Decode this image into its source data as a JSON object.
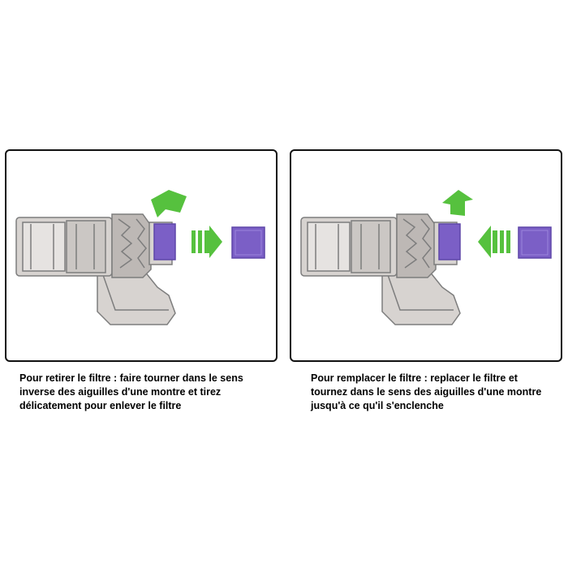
{
  "panels": [
    {
      "id": "remove",
      "caption": "Pour retirer le filtre : faire tourner dans le sens inverse des aiguilles d'une montre et tirez délicatement pour enlever le filtre",
      "direction": "away-from-body"
    },
    {
      "id": "replace",
      "caption": "Pour remplacer le filtre : replacer le filtre et tournez dans le sens des aiguilles d'une montre jusqu'à ce qu'il s'enclenche",
      "direction": "toward-body"
    }
  ],
  "colors": {
    "filter_purple": "#7b5fc6",
    "filter_purple_dark": "#5e47a8",
    "arrow_green": "#56c13e",
    "body_grey": "#c9c5c2",
    "outline": "#7d7d7d"
  }
}
